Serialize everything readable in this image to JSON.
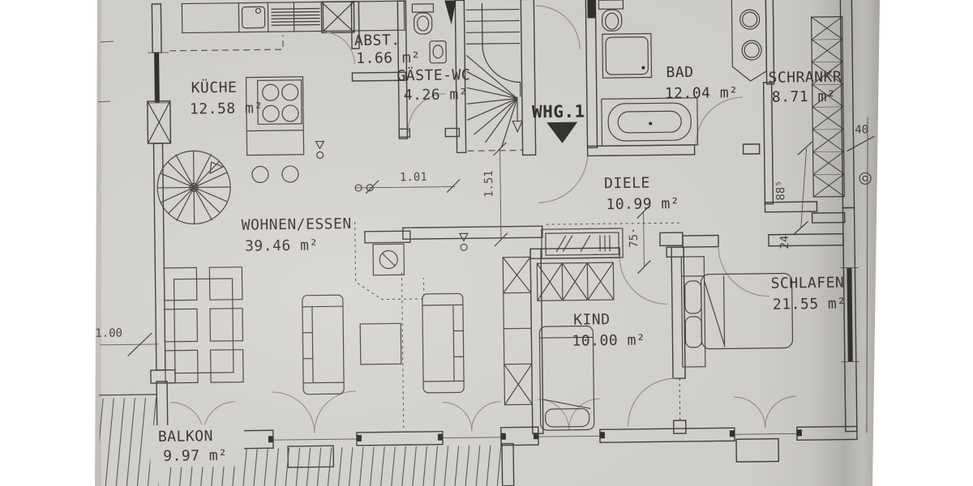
{
  "plan": {
    "unit_label": "WHG.1",
    "rooms": [
      {
        "name": "KÜCHE",
        "area": "12.58 m²"
      },
      {
        "name": "ABST.",
        "area": "1.66 m²"
      },
      {
        "name": "GÄSTE-WC",
        "area": "4.26 m²"
      },
      {
        "name": "BAD",
        "area": "12.04 m²"
      },
      {
        "name": "SCHRANKR",
        "area": "8.71 m²"
      },
      {
        "name": "WOHNEN/ESSEN",
        "area": "39.46 m²"
      },
      {
        "name": "DIELE",
        "area": "10.99 m²"
      },
      {
        "name": "KIND",
        "area": "10.00 m²"
      },
      {
        "name": "SCHLAFEN",
        "area": "21.55 m²"
      },
      {
        "name": "BALKON",
        "area": "9.97 m²"
      }
    ],
    "dimensions": {
      "dim_1_01": "1.01",
      "dim_1_51": "1.51",
      "dim_1_00": "1.00",
      "dim_75": "75·",
      "dim_40": "40",
      "dim_88_5": "88⁵",
      "dim_24": "24"
    },
    "colors": {
      "paper": "#d7d5d1",
      "ink": "#3d3b38"
    }
  }
}
